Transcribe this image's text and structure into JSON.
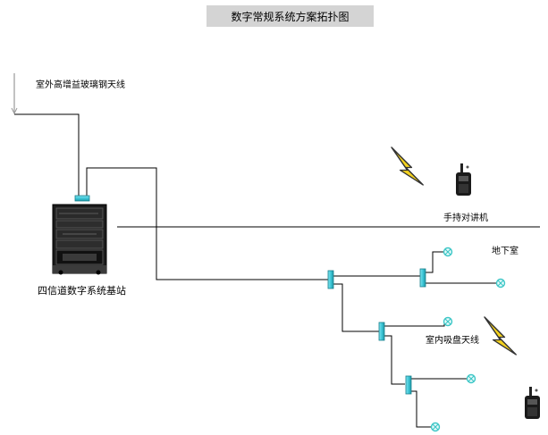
{
  "title": "数字常规系统方案拓扑图",
  "labels": {
    "outdoor_antenna": "室外高增益玻璃钢天线",
    "handheld_radio": "手持对讲机",
    "basement": "地下室",
    "base_station": "四信道数字系统基站",
    "indoor_antenna": "室内吸盘天线"
  },
  "colors": {
    "splitter": "#40c8d8",
    "splitter_edge": "#1a7f8c",
    "antenna_node": "#3ec7c7",
    "lightning": "#f4d21f",
    "line": "#000000",
    "rack": "#1c1c1c"
  },
  "icons": [
    "outdoor-antenna-icon",
    "base-station-rack-icon",
    "splitter-icon",
    "ceiling-antenna-icon",
    "lightning-icon",
    "walkie-talkie-icon"
  ]
}
